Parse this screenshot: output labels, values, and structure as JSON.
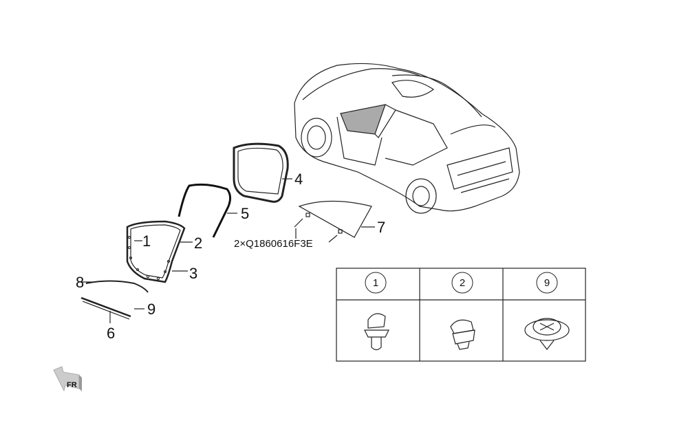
{
  "callouts": {
    "c1": "1",
    "c2": "2",
    "c3": "3",
    "c4": "4",
    "c5": "5",
    "c6": "6",
    "c7": "7",
    "c8": "8",
    "c9": "9"
  },
  "fastener_note": "2×Q1860616F3E",
  "direction_badge": "FR",
  "fastener_table": {
    "headers": [
      "1",
      "2",
      "9"
    ]
  }
}
